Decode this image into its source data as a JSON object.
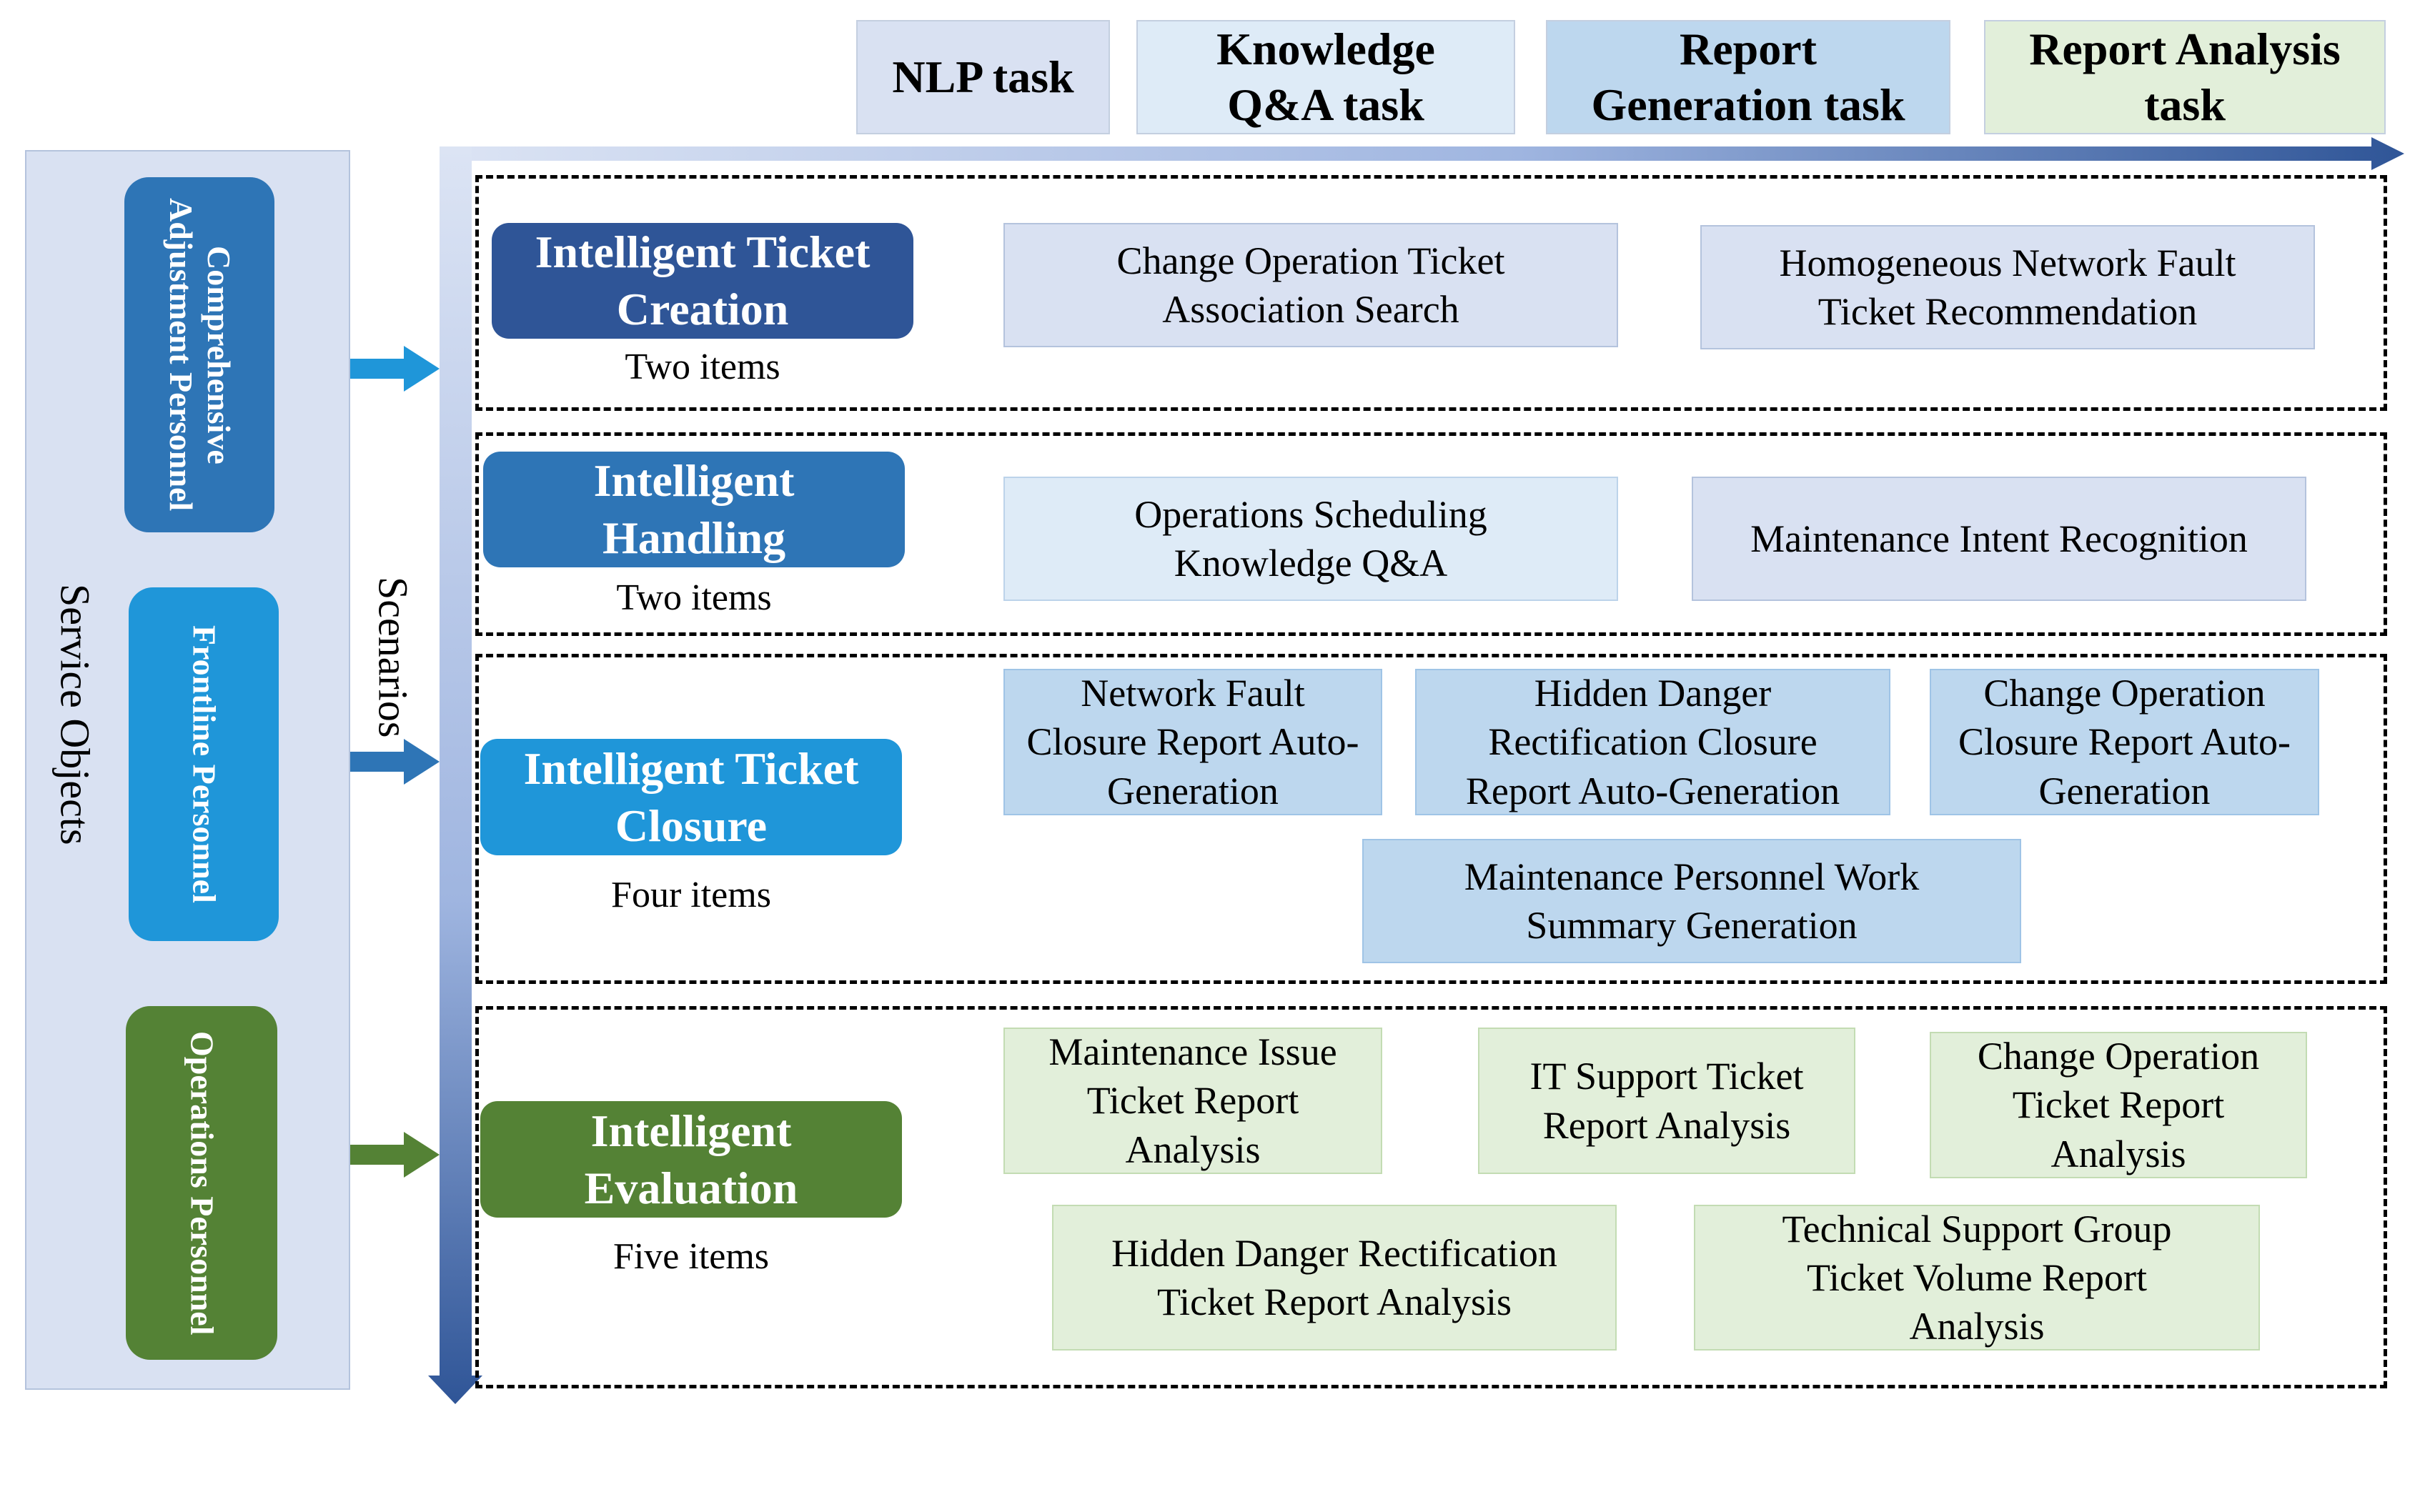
{
  "tasks": {
    "nlp": "NLP task",
    "qa": "Knowledge Q&A task",
    "report_gen": "Report Generation task",
    "report_analysis": "Report Analysis task"
  },
  "service_objects": {
    "label": "Service Objects",
    "personnel": [
      "Comprehensive Adjustment Personnel",
      "Frontline Personnel",
      "Operations Personnel"
    ]
  },
  "scenarios_label": "Scenarios",
  "scenarios": [
    {
      "title": "Intelligent Ticket Creation",
      "count": "Two items",
      "items": [
        "Change Operation Ticket Association Search",
        "Homogeneous Network Fault Ticket Recommendation"
      ]
    },
    {
      "title": "Intelligent Handling",
      "count": "Two items",
      "items": [
        "Operations Scheduling Knowledge Q&A",
        "Maintenance Intent Recognition"
      ]
    },
    {
      "title": "Intelligent Ticket Closure",
      "count": "Four items",
      "items": [
        "Network Fault Closure Report Auto-Generation",
        "Hidden Danger Rectification Closure Report Auto-Generation",
        "Change Operation Closure Report Auto-Generation",
        "Maintenance Personnel Work Summary Generation"
      ]
    },
    {
      "title": "Intelligent Evaluation",
      "count": "Five items",
      "items": [
        "Maintenance Issue Ticket Report Analysis",
        "IT Support Ticket Report Analysis",
        "Change Operation Ticket Report Analysis",
        "Hidden Danger Rectification Ticket Report Analysis",
        "Technical Support Group Ticket Volume Report Analysis"
      ]
    }
  ],
  "colors": {
    "nlp": "#d9e1f2",
    "knowledge_qa": "#deebf7",
    "report_generation": "#bdd7ee",
    "report_analysis": "#e2efda",
    "creation": "#2f5597",
    "handling": "#2e75b6",
    "closure": "#1f96d9",
    "evaluation": "#548235"
  }
}
